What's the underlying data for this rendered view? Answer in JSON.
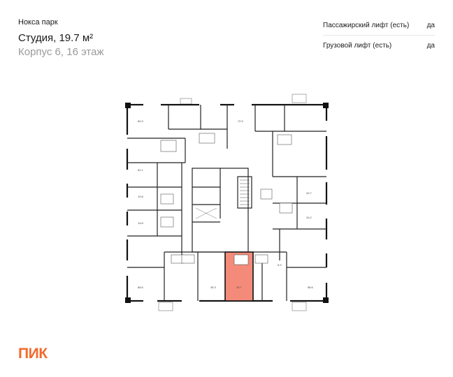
{
  "project": "Нокса парк",
  "apartment": {
    "title": "Студия, 19.7 м²",
    "subtitle": "Корпус 6, 16 этаж"
  },
  "features": [
    {
      "label": "Пассажирский лифт (есть)",
      "value": "да"
    },
    {
      "label": "Грузовой лифт (есть)",
      "value": "да"
    }
  ],
  "plan": {
    "highlight_color": "#f48b7a",
    "area_labels": [
      "60.9",
      "72.9",
      "52.1",
      "19.8",
      "19.8",
      "43.7",
      "43.2",
      "68.6",
      "35.3",
      "19.7",
      "58.6",
      "5.9"
    ]
  },
  "logo": {
    "text": "ПИК",
    "color": "#f26a2c"
  }
}
